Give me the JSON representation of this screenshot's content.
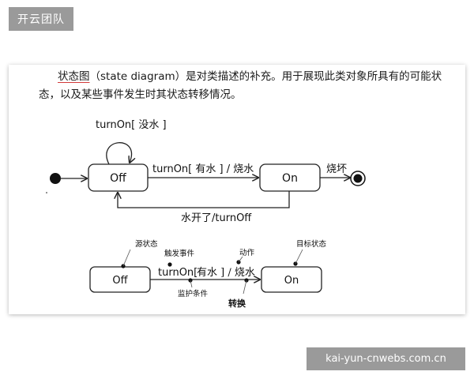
{
  "header": {
    "badge": "开云团队"
  },
  "intro": {
    "term": "状态图",
    "rest": "（state diagram）是对类描述的补充。用于展现此类对象所具有的可能状态，以及某些事件发生时其状态转移情况。"
  },
  "diagram_top": {
    "state_off": "Off",
    "state_on": "On",
    "self_loop_label": "turnOn[ 没水 ]",
    "off_to_on_label": "turnOn[ 有水 ] / 烧水",
    "on_to_final_label": "烧坏",
    "on_to_off_label": "水开了/turnOff"
  },
  "diagram_bottom": {
    "state_off": "Off",
    "state_on": "On",
    "event": "turnOn[",
    "guard_action": "有水 ] / 烧水",
    "annotations": {
      "source_state": "源状态",
      "trigger_event": "触发事件",
      "action": "动作",
      "target_state": "目标状态",
      "guard_condition": "监护条件",
      "transition": "转换"
    }
  },
  "footer": {
    "watermark": "kai-yun-cnwebs.com.cn"
  }
}
